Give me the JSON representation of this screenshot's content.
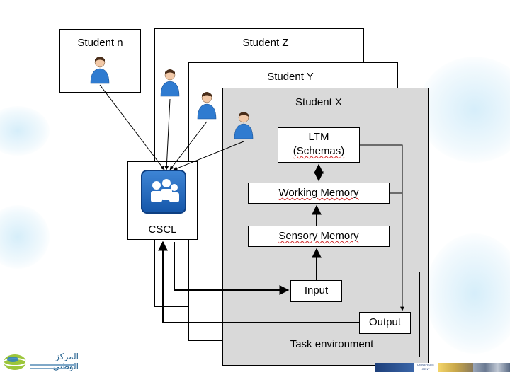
{
  "diagram": {
    "students": {
      "n": "Student n",
      "z": "Student Z",
      "y": "Student Y",
      "x": "Student X"
    },
    "cscl": "CSCL",
    "ltm": {
      "line1": "LTM",
      "line2": "(Schemas)"
    },
    "working_memory": "Working Memory",
    "sensory_memory": "Sensory Memory",
    "input": "Input",
    "output": "Output",
    "task_environment": "Task environment"
  },
  "logos": {
    "left_arabic_text": "المركز الوطني",
    "right_partner_text": "UNIVERSITE GENT"
  },
  "colors": {
    "student_x_fill": "#d9d9d9",
    "cscl_icon_blue": "#1f63b5",
    "spellcheck_underline": "#d42a2a"
  }
}
